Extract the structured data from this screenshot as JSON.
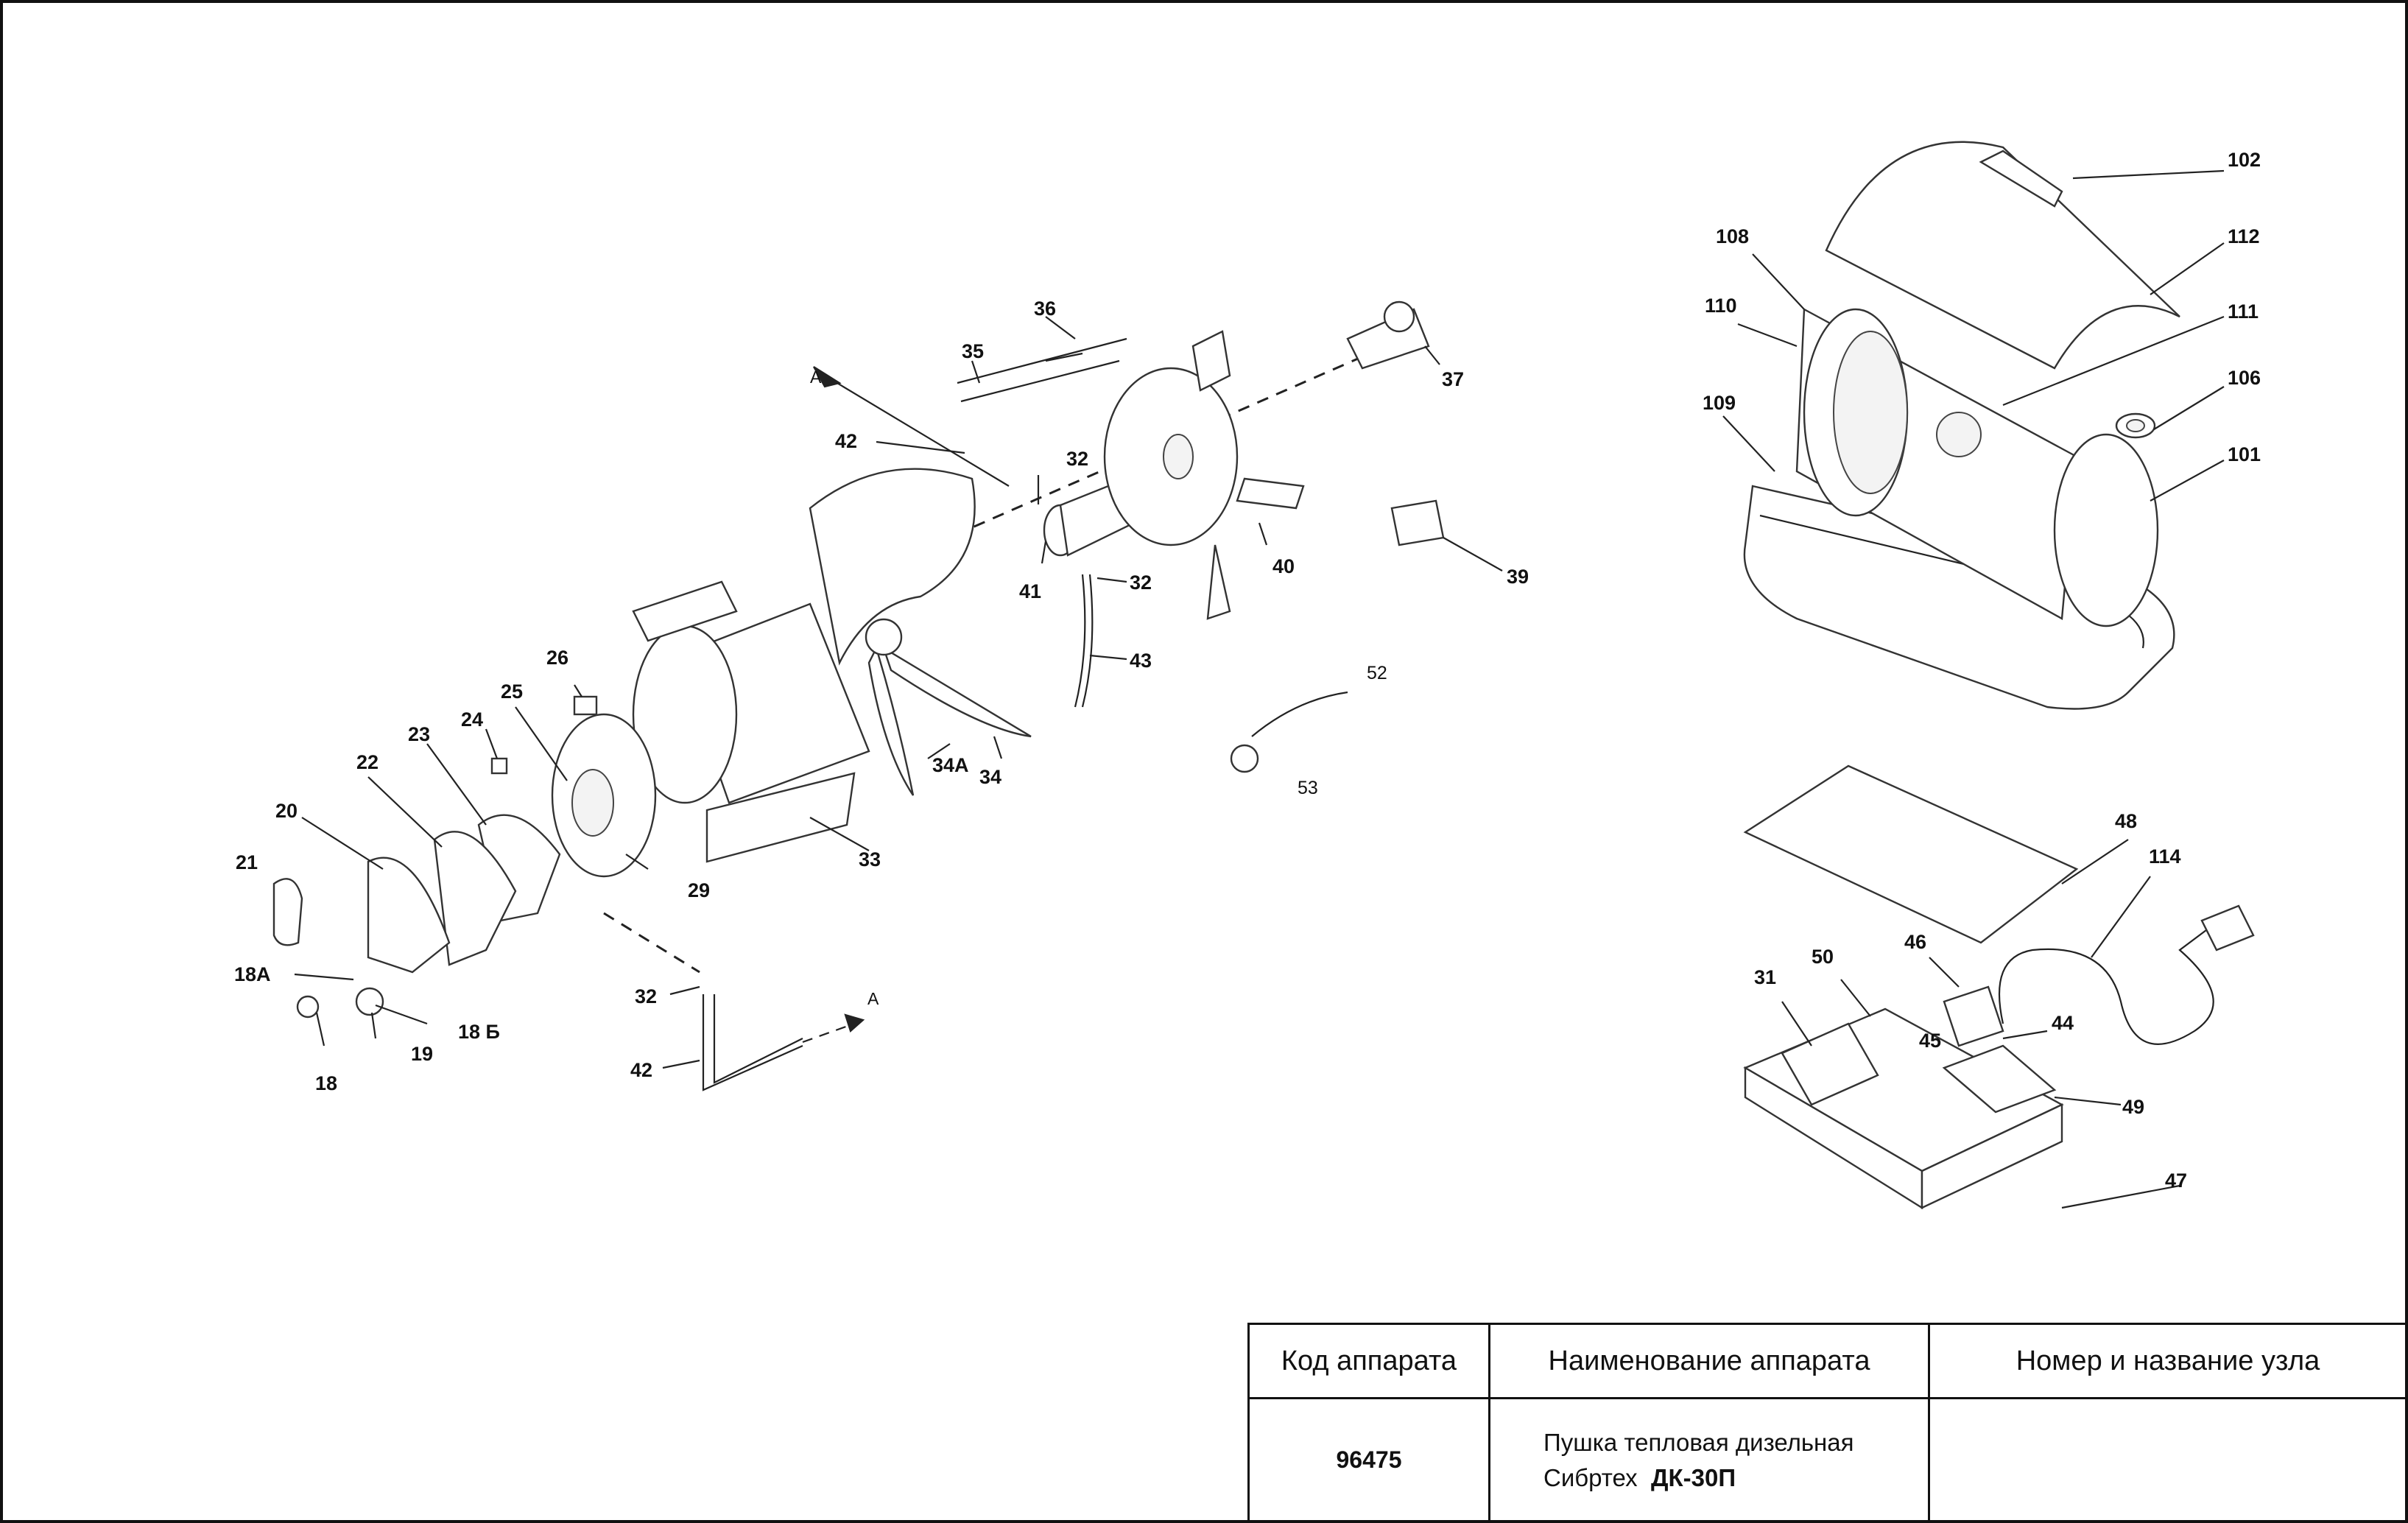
{
  "callouts": {
    "c102": "102",
    "c112": "112",
    "c108": "108",
    "c110": "110",
    "c111": "111",
    "c109": "109",
    "c106": "106",
    "c101": "101",
    "c36": "36",
    "c35": "35",
    "c37": "37",
    "cA1": "A",
    "c42a": "42",
    "c32a": "32",
    "c32b": "32",
    "c41": "41",
    "c40": "40",
    "c39": "39",
    "c43": "43",
    "c26": "26",
    "c25": "25",
    "c24": "24",
    "c23": "23",
    "c22": "22",
    "c20": "20",
    "c21": "21",
    "c29": "29",
    "c33": "33",
    "c34A": "34A",
    "c34": "34",
    "c52": "52",
    "c53": "53",
    "c18A": "18A",
    "c18B": "18 Б",
    "c18": "18",
    "c19": "19",
    "c32c": "32",
    "c42b": "42",
    "cA2": "A",
    "c48": "48",
    "c114": "114",
    "c46": "46",
    "c31": "31",
    "c50": "50",
    "c45": "45",
    "c44": "44",
    "c49": "49",
    "c47": "47"
  },
  "title_block": {
    "header_code": "Код аппарата",
    "header_name": "Наименование аппарата",
    "header_node": "Номер и название узла",
    "code_value": "96475",
    "name_line1": "Пушка тепловая дизельная",
    "name_line2_prefix": "Сибртех",
    "name_line2_model": "ДК-30П",
    "node_value": ""
  }
}
